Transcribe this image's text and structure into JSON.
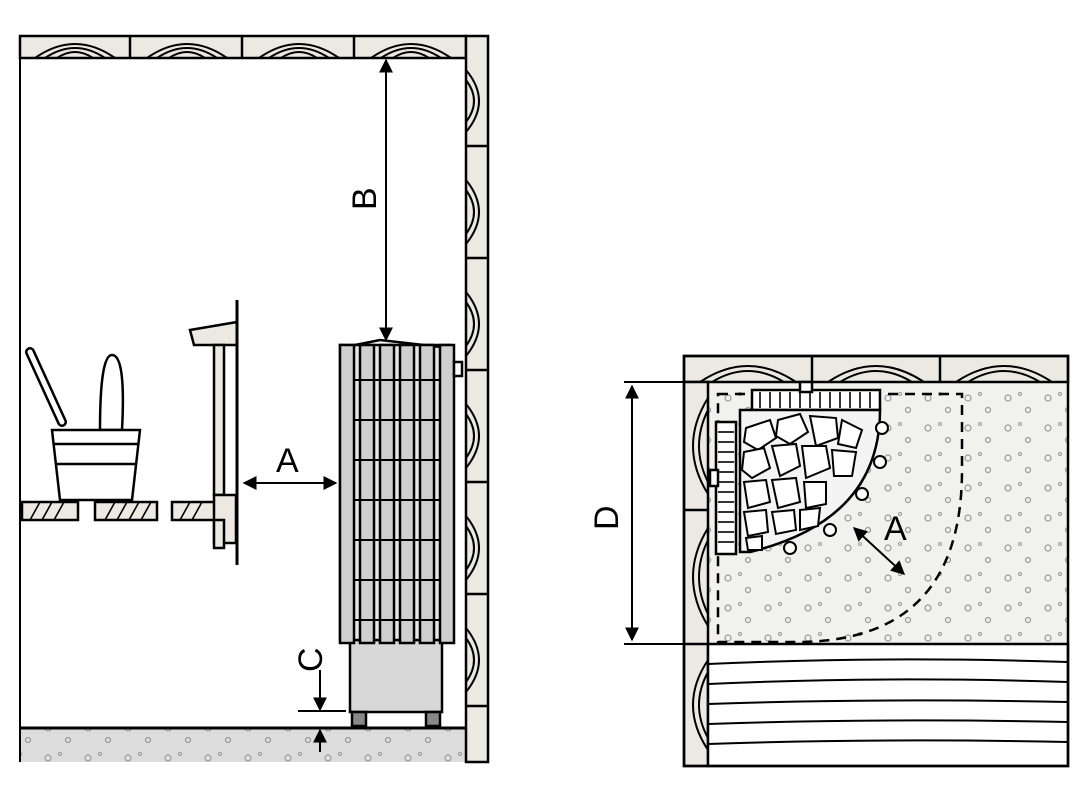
{
  "side_view": {
    "label_a": "A",
    "label_b": "B",
    "label_c": "C"
  },
  "top_view": {
    "label_a": "A",
    "label_d": "D"
  },
  "colors": {
    "line": "#000000",
    "wood": "#ece9e3",
    "floor": "#dcdcdc",
    "heater_panel": "#d8d8d8",
    "stone_area": "#f1f1ee"
  }
}
